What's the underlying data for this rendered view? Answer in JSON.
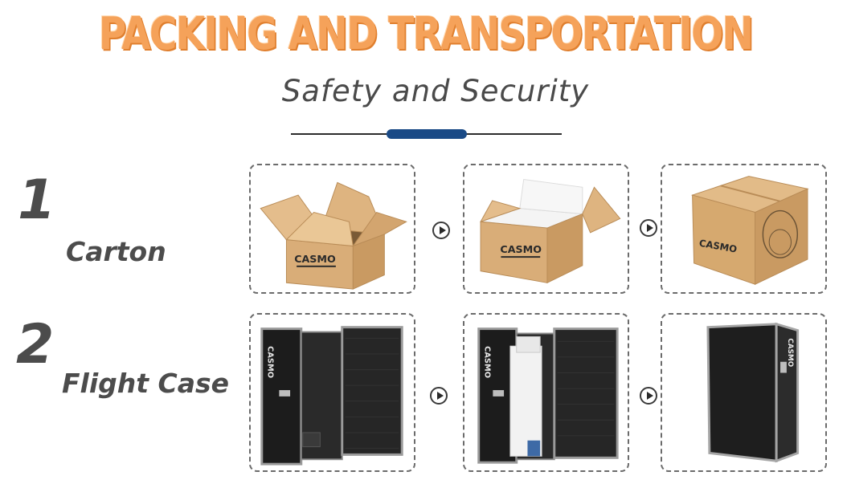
{
  "header": {
    "title": "PACKING AND TRANSPORTATION",
    "subtitle": "Safety and Security"
  },
  "rows": [
    {
      "number": "1",
      "label": "Carton",
      "steps": [
        {
          "image": "open-carton-empty"
        },
        {
          "image": "open-carton-with-foam"
        },
        {
          "image": "closed-carton"
        }
      ]
    },
    {
      "number": "2",
      "label": "Flight Case",
      "steps": [
        {
          "image": "open-flight-case-empty"
        },
        {
          "image": "open-flight-case-packed"
        },
        {
          "image": "closed-flight-case"
        }
      ]
    }
  ],
  "brand_mark": "CASMO",
  "colors": {
    "title_orange": "#f5a25a",
    "accent_blue": "#1a4a86",
    "text_gray": "#4c4c4c",
    "cardboard": "#d4a874",
    "case_black": "#1c1c1c"
  }
}
